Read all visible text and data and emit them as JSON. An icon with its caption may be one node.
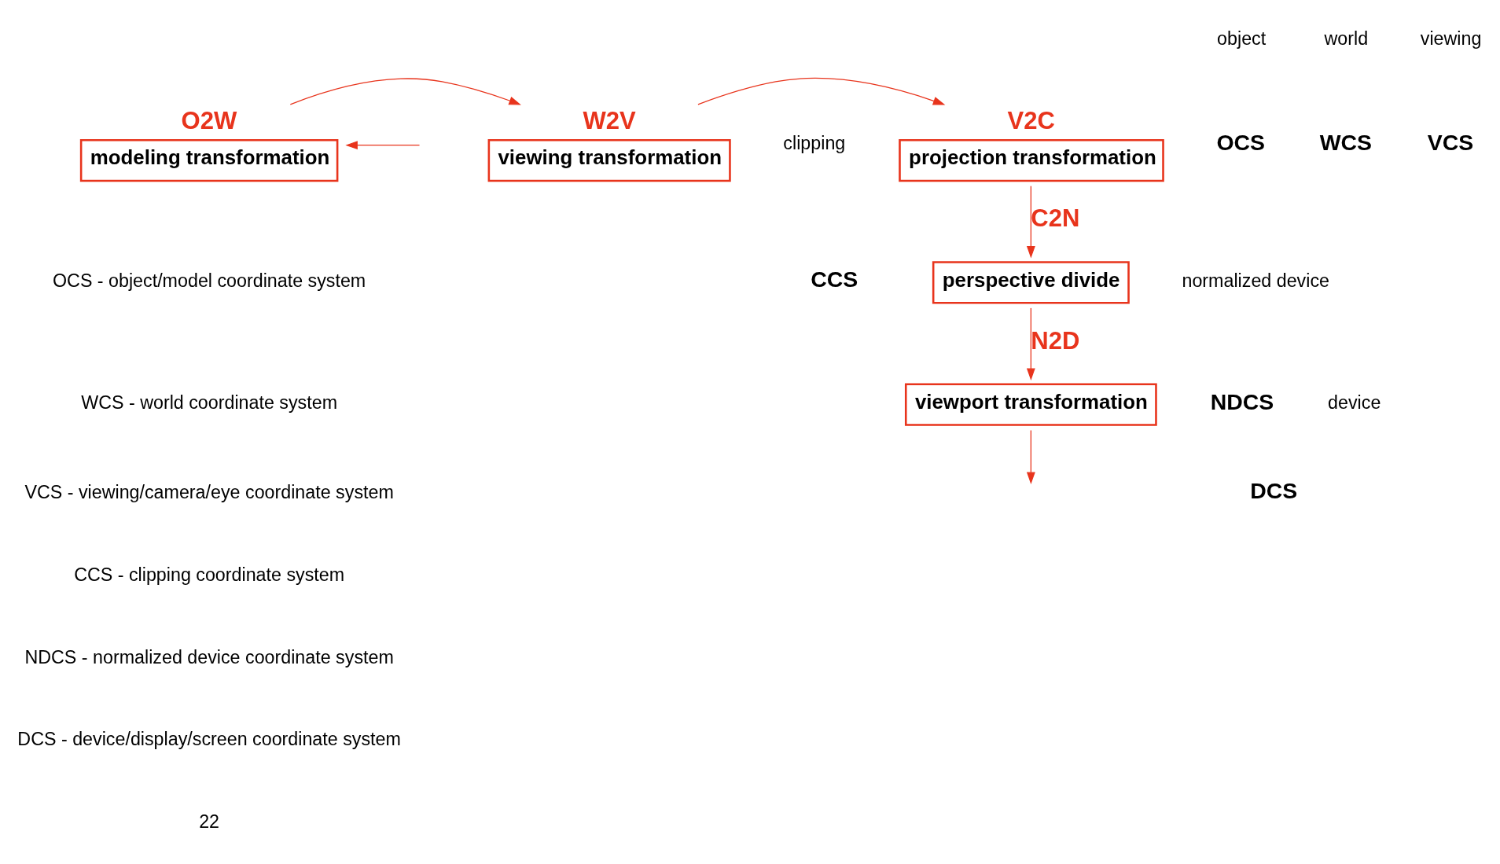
{
  "diagram": {
    "nodes": [
      {
        "text": [
          "modeling transformation"
        ],
        "beside": [
          "O2W"
        ]
      },
      {
        "text": [
          "viewing transformation"
        ],
        "beside": [
          "W2V"
        ]
      },
      {
        "text": [
          "projection transformation"
        ],
        "beside": [
          "V2C"
        ]
      },
      {
        "text": [
          "perspective divide"
        ]
      },
      {
        "text": [
          "viewport transformation"
        ]
      }
    ],
    "edges": [
      {
        "from": null,
        "to": 0,
        "arrow": "to"
      },
      {
        "from": 0,
        "to": 1,
        "arrow": "to"
      },
      {
        "from": 1,
        "to": 2,
        "arrow": "to"
      },
      {
        "from": 2,
        "to": 3,
        "arrow": "to",
        "label": "C2N"
      },
      {
        "from": 3,
        "to": 4,
        "arrow": "to",
        "label": "N2D"
      },
      {
        "from": 4,
        "to": null,
        "arrow": "to"
      }
    ],
    "labels": [
      "object",
      "OCS",
      "world",
      "WCS",
      "viewing",
      "VCS",
      "clipping",
      "CCS",
      "normalized device",
      "NDCS",
      "device",
      "DCS",
      "OCS - object/model coordinate system",
      "WCS - world coordinate system",
      "VCS - viewing/camera/eye coordinate system",
      "CCS - clipping coordinate system",
      "NDCS - normalized device coordinate system",
      "DCS - device/display/screen coordinate system",
      "22"
    ]
  }
}
